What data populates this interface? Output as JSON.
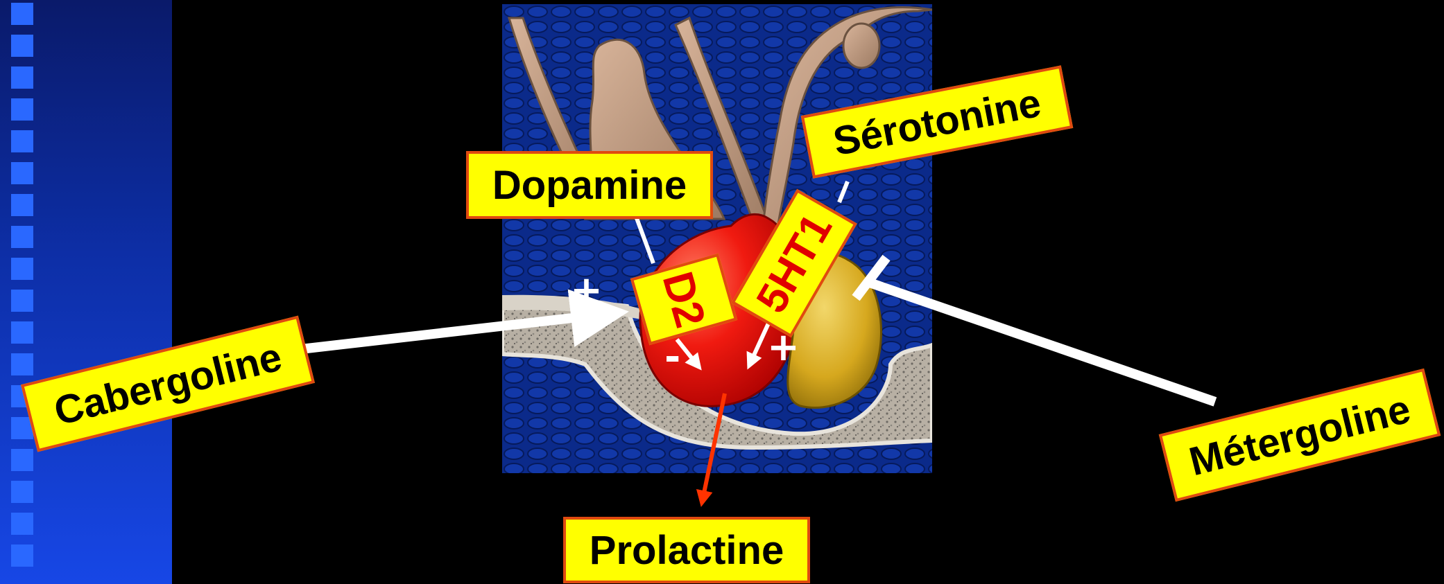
{
  "labels": {
    "dopamine": "Dopamine",
    "serotonine": "Sérotonine",
    "d2": "D2",
    "ht1": "5HT1",
    "cabergoline": "Cabergoline",
    "metergoline": "Métergoline",
    "prolactine": "Prolactine"
  },
  "signs": {
    "cab_plus": "+",
    "d2_minus": "-",
    "ht_plus": "+"
  },
  "colors": {
    "label_fill": "#ffff00",
    "label_border": "#e04a10",
    "arrow": "#ffffff",
    "prolactin_arrow": "#ff3300",
    "receptor_text": "#e00000"
  }
}
